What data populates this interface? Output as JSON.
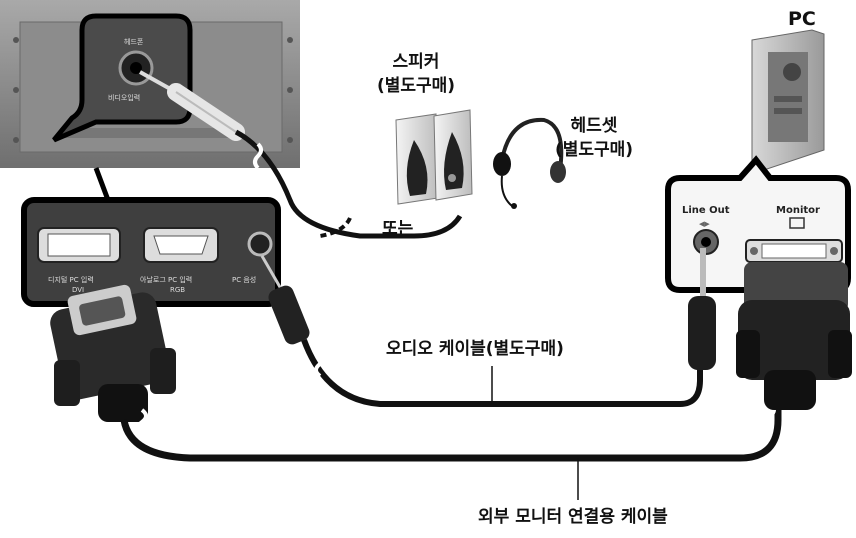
{
  "labels": {
    "pc": "PC",
    "speaker": [
      "스피커",
      "(별도구매)"
    ],
    "headset": [
      "헤드셋",
      "(별도구매)"
    ],
    "or": "또는",
    "audio_cable": "오디오 케이블(별도구매)",
    "monitor_cable": "외부 모니터 연결용 케이블",
    "line_out": "Line Out",
    "monitor": "Monitor"
  },
  "display_back_labels": {
    "headphone": "헤드폰",
    "video_input": "비디오입력"
  },
  "input_panel_labels": {
    "digital_pc": "디지털 PC 입력",
    "dvi": "DVI",
    "analog_pc": "아날로그 PC 입력",
    "rgb": "RGB",
    "pc_audio": "PC 음성"
  }
}
